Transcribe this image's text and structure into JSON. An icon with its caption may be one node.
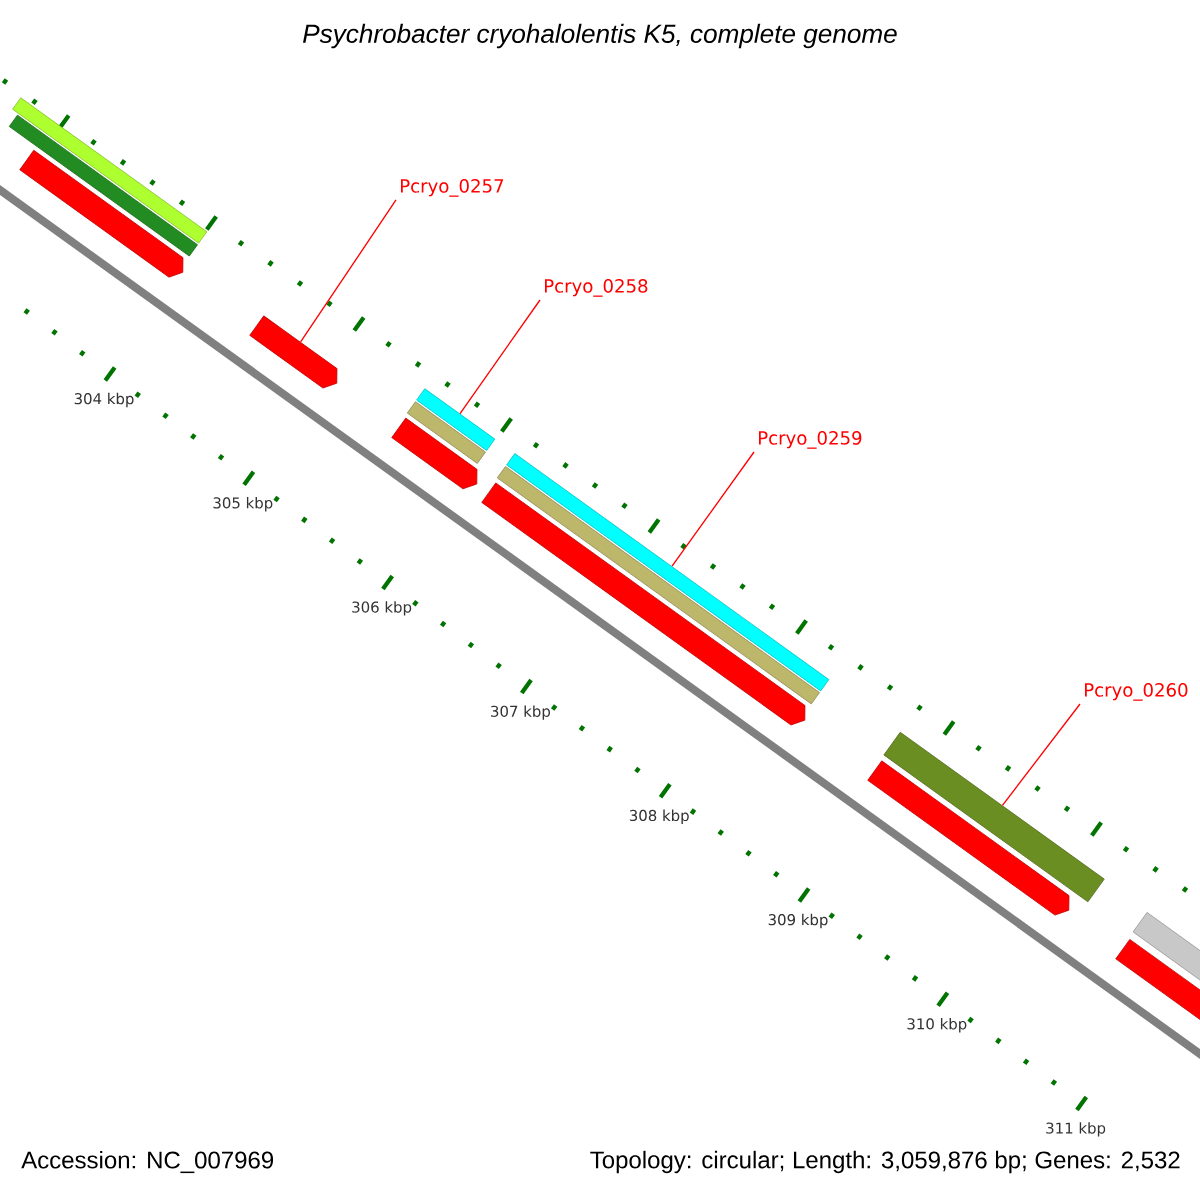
{
  "diagram": {
    "title": "Psychrobacter cryohalolentis K5, complete genome",
    "nodes": [
      {
        "text": [
          "Pcryo_0257"
        ]
      },
      {
        "text": [
          "Pcryo_0258"
        ]
      },
      {
        "text": [
          "Pcryo_0259"
        ]
      },
      {
        "text": [
          "Pcryo_0260"
        ]
      },
      {
        "text": [],
        "shape": "bar"
      },
      {
        "text": [],
        "shape": "bar"
      },
      {
        "text": [],
        "shape": "bar"
      },
      {
        "text": [],
        "shape": "bar"
      },
      {
        "text": [],
        "shape": "bar"
      },
      {
        "text": [],
        "shape": "bar"
      },
      {
        "text": [],
        "shape": "bar"
      },
      {
        "text": [],
        "shape": "bar"
      },
      {
        "text": [],
        "shape": "bar"
      },
      {
        "text": [],
        "shape": "bar"
      },
      {
        "text": [],
        "shape": "bar"
      },
      {
        "text": [],
        "shape": "bar"
      },
      {
        "text": [],
        "shape": "bar"
      },
      {
        "text": [],
        "shape": "bar"
      }
    ],
    "edges": [
      {
        "from": 0,
        "to": 7,
        "arrow": "none"
      },
      {
        "from": 1,
        "to": 10,
        "arrow": "none"
      },
      {
        "from": 2,
        "to": 13,
        "arrow": "none"
      },
      {
        "from": 3,
        "to": 15,
        "arrow": "none"
      }
    ],
    "labels": [
      "304 kbp",
      "305 kbp",
      "306 kbp",
      "307 kbp",
      "308 kbp",
      "309 kbp",
      "310 kbp",
      "311 kbp",
      "Accession: NC_007969",
      "Topology: circular; Length: 3,059,876 bp; Genes: 2,532"
    ]
  }
}
